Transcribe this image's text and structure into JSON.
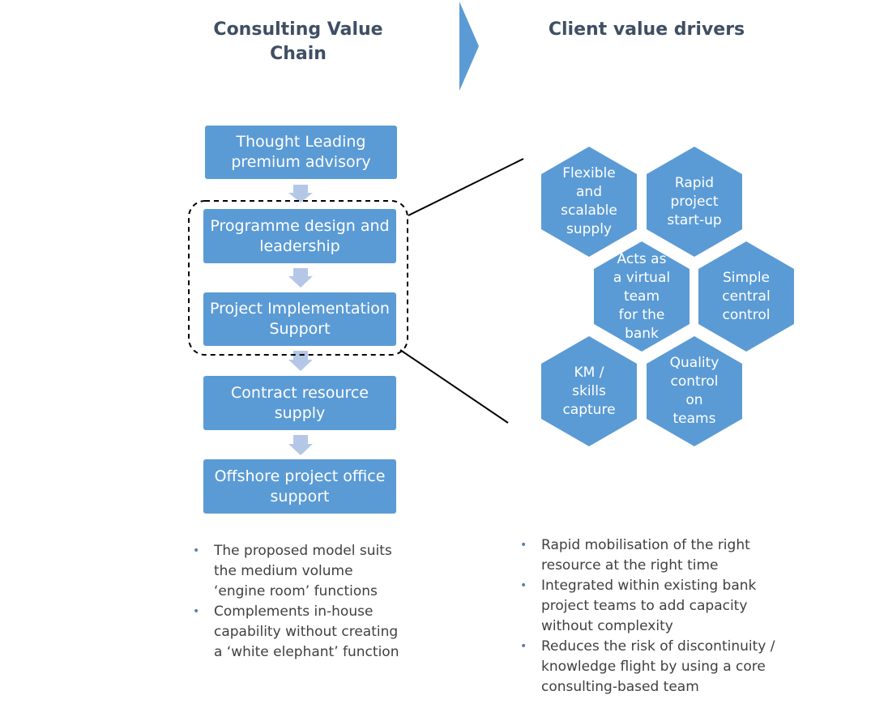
{
  "headings": {
    "left": "Consulting  Value\nChain",
    "right": "Client value drivers"
  },
  "value_chain": [
    "Thought Leading\npremium advisory",
    "Programme design and\nleadership",
    "Project Implementation\nSupport",
    "Contract resource\nsupply",
    "Offshore project office\nsupport"
  ],
  "value_drivers": [
    "Flexible\nand\nscalable\nsupply",
    "Rapid\nproject\nstart-up",
    "Acts as\na virtual\nteam\nfor the\nbank",
    "Simple\ncentral\ncontrol",
    "KM /\nskills\ncapture",
    "Quality\ncontrol\non\nteams"
  ],
  "left_bullets": [
    "The proposed model suits\nthe medium volume\n‘engine room’ functions",
    "Complements in-house\ncapability without creating\na ‘white elephant’ function"
  ],
  "right_bullets": [
    "Rapid mobilisation of the right\nresource at the right time",
    "Integrated within existing bank\nproject teams to add capacity\nwithout complexity",
    "Reduces the risk of discontinuity /\nknowledge flight by using a core\nconsulting-based team"
  ],
  "colors": {
    "box_fill": "#5b9bd5",
    "arrow_fill": "#b4c7e7",
    "heading_text": "#3f4f63",
    "chevron_fill": "#5b9bd5"
  }
}
